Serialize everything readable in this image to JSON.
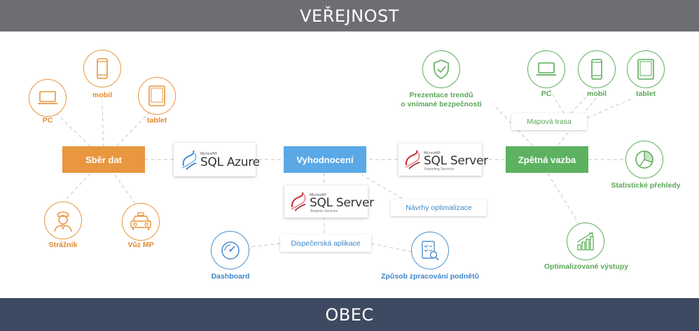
{
  "header": {
    "title": "VEŘEJNOST"
  },
  "footer": {
    "title": "OBEC"
  },
  "collection": {
    "hub_label": "Sběr dat",
    "devices": {
      "pc": "PC",
      "mobile": "mobil",
      "tablet": "tablet"
    },
    "sources": {
      "guard": "Strážník",
      "car": "Vůz MP"
    }
  },
  "azure_logo": {
    "company": "Microsoft®",
    "product": "SQL Azure"
  },
  "evaluation": {
    "hub_label": "Vyhodnocení",
    "analysis_logo": {
      "company": "Microsoft®",
      "product": "SQL Server",
      "edition": "Analysis Services"
    },
    "reporting_logo": {
      "company": "Microsoft®",
      "product": "SQL Server",
      "edition": "Reporting Services"
    },
    "optimization_tag": "Návrhy optimalizace",
    "dispatch_tag": "Dispečerská aplikace",
    "dashboard_label": "Dashboard",
    "processing_label": "Způsob zpracování podnětů"
  },
  "feedback": {
    "hub_label": "Zpětná vazba",
    "trends_label_line1": "Prezentace trendů",
    "trends_label_line2": "o vnímané bezpečnosti",
    "route_tag": "Mapová trasa",
    "devices": {
      "pc": "PC",
      "mobile": "mobil",
      "tablet": "tablet"
    },
    "stats_label": "Statistické přehledy",
    "outputs_label": "Optimalizované výstupy"
  },
  "colors": {
    "orange": "#e8963f",
    "blue": "#5aa9e6",
    "green": "#5cb260",
    "top_band": "#6d6e71",
    "bottom_band": "#3e4a61"
  }
}
